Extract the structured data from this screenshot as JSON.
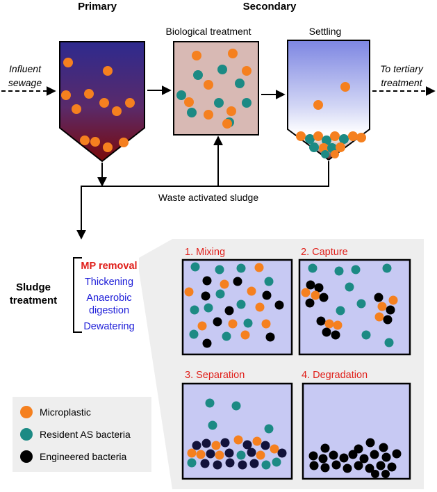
{
  "headers": {
    "primary": "Primary",
    "secondary": "Secondary"
  },
  "labels": {
    "biological_treatment": "Biological treatment",
    "settling": "Settling",
    "influent_line1": "Influent",
    "influent_line2": "sewage",
    "tertiary_line1": "To tertiary",
    "tertiary_line2": "treatment",
    "waste_sludge": "Waste activated sludge",
    "sludge_line1": "Sludge",
    "sludge_line2": "treatment"
  },
  "sludge_steps": {
    "mp_removal": "MP removal",
    "thickening": "Thickening",
    "anaerobic_line1": "Anaerobic",
    "anaerobic_line2": "digestion",
    "dewatering": "Dewatering"
  },
  "panels": {
    "mixing": "1. Mixing",
    "capture": "2. Capture",
    "separation": "3. Separation",
    "degradation": "4. Degradation"
  },
  "legend": {
    "microplastic": "Microplastic",
    "resident": "Resident AS bacteria",
    "engineered": "Engineered bacteria"
  },
  "colors": {
    "microplastic": "#f5801f",
    "resident": "#1c8a84",
    "engineered": "#000000",
    "engineered_navy": "#12123a",
    "step_highlight": "#e0201b",
    "step_text": "#1d1dd8",
    "panel_fill": "#c7c9f3",
    "panel_bg": "#eeeeee",
    "bio_fill": "#d8b9b4"
  }
}
